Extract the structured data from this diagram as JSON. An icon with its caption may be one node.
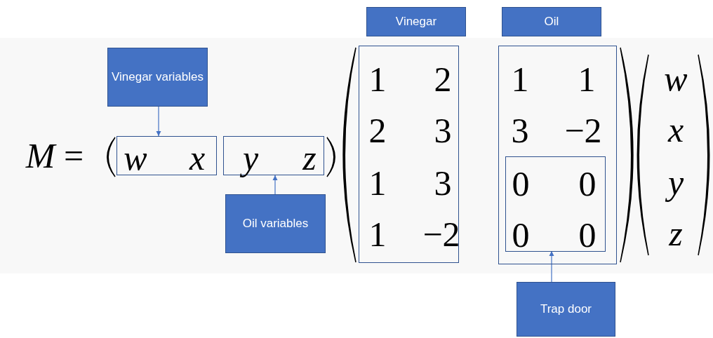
{
  "diagram": {
    "nodes": [
      {
        "text": [
          "Vinegar variables"
        ]
      },
      {
        "text": [
          "w",
          "x"
        ]
      },
      {
        "text": [
          "y",
          "z"
        ]
      },
      {
        "text": [
          "Oil variables"
        ]
      },
      {
        "text": [
          "Vinegar"
        ]
      },
      {
        "text": [
          "1",
          "2",
          "2",
          "3",
          "1",
          "3",
          "1",
          "−2"
        ]
      },
      {
        "text": [
          "Oil"
        ]
      },
      {
        "text": [
          "1",
          "1",
          "3",
          "−2"
        ]
      },
      {
        "text": [
          "0",
          "0",
          "0",
          "0"
        ],
        "in": 7
      },
      {
        "text": [
          "Trap door"
        ]
      }
    ],
    "edges": [
      {
        "from": 0,
        "to": 1,
        "arrow": "to"
      },
      {
        "from": 3,
        "to": 2,
        "arrow": "to"
      },
      {
        "from": 9,
        "to": 8,
        "arrow": "to"
      }
    ],
    "labels": [
      "*M* =",
      "w",
      "x",
      "y",
      "z"
    ]
  }
}
